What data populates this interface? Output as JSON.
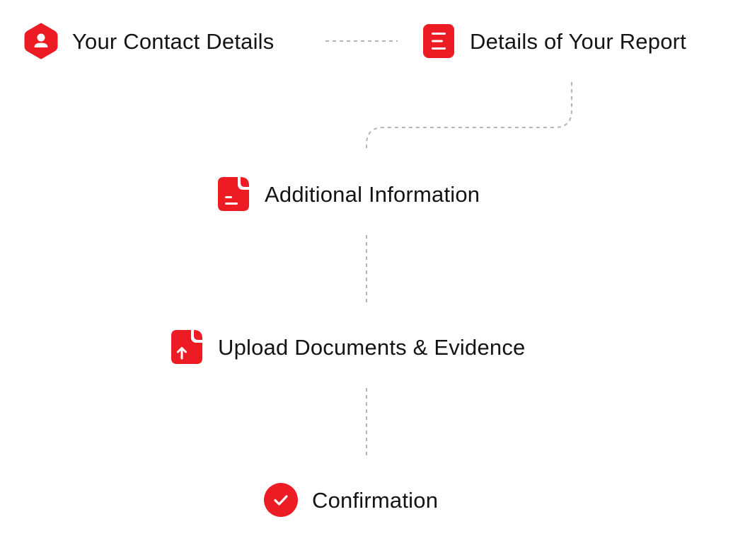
{
  "steps": [
    {
      "label": "Your Contact Details",
      "icon": "user-hexagon-icon"
    },
    {
      "label": "Details of Your Report",
      "icon": "document-lines-icon"
    },
    {
      "label": "Additional Information",
      "icon": "document-note-icon"
    },
    {
      "label": "Upload Documents & Evidence",
      "icon": "document-upload-icon"
    },
    {
      "label": "Confirmation",
      "icon": "check-circle-icon"
    }
  ],
  "colors": {
    "accent": "#ED1C24",
    "connector": "#B5B5B5",
    "text": "#141414"
  }
}
